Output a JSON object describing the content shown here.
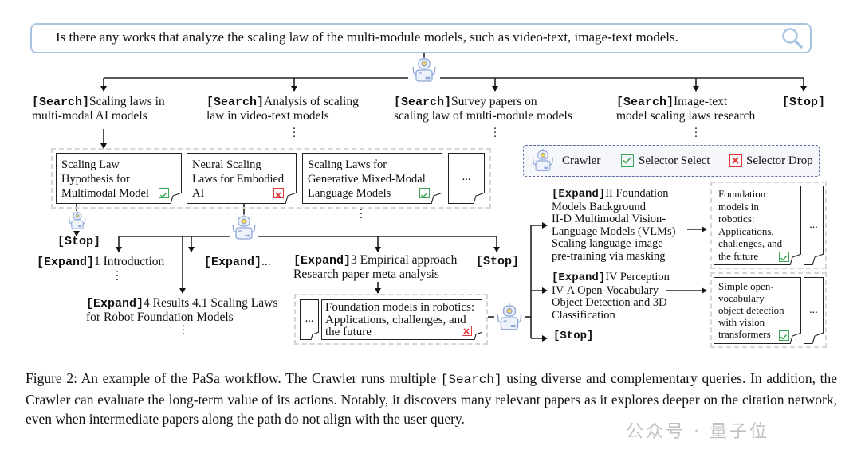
{
  "query": {
    "text": "Is there any works that analyze the scaling law of the multi-module models, such as video-text, image-text models.",
    "icon": "search-icon"
  },
  "level1": [
    {
      "action": "[Search]",
      "text1": "Scaling laws in",
      "text2": "multi-modal AI models"
    },
    {
      "action": "[Search]",
      "text1": "Analysis of scaling",
      "text2": "law in video-text models"
    },
    {
      "action": "[Search]",
      "text1": "Survey papers on",
      "text2": "scaling law of multi-module models"
    },
    {
      "action": "[Search]",
      "text1": "Image-text",
      "text2": "model scaling laws research"
    },
    {
      "action": "[Stop]"
    }
  ],
  "papers_row1": [
    {
      "title": [
        "Scaling Law",
        "Hypothesis for",
        "Multimodal Model"
      ],
      "status": "select"
    },
    {
      "title": [
        "Neural Scaling",
        "Laws for Embodied",
        "AI"
      ],
      "status": "drop"
    },
    {
      "title": [
        "Scaling Laws for",
        "Generative Mixed-Modal",
        "Language Models"
      ],
      "status": "select"
    },
    {
      "title": [
        "..."
      ]
    }
  ],
  "legend": {
    "crawler": "Crawler",
    "select": "Selector Select",
    "drop": "Selector Drop"
  },
  "level2": {
    "stop_left": "[Stop]",
    "expand_intro": {
      "action": "[Expand]",
      "text": "1 Introduction"
    },
    "expand_ellipsis": {
      "action": "[Expand]",
      "text": "..."
    },
    "expand_empirical": {
      "action": "[Expand]",
      "text1": "3 Empirical approach",
      "text2": "Research paper meta analysis"
    },
    "stop_right": "[Stop]",
    "expand_results": {
      "action": "[Expand]",
      "text1": "4 Results 4.1 Scaling Laws",
      "text2": "for Robot Foundation Models"
    }
  },
  "paper_mid": {
    "ellipsis": "...",
    "title": [
      "Foundation models in robotics:",
      "Applications, challenges, and",
      "the future"
    ],
    "status": "drop"
  },
  "level3": {
    "expand_ii": {
      "action": "[Expand]",
      "lines": [
        "II Foundation",
        "Models Background",
        "II-D Multimodal Vision-",
        "Language Models (VLMs)",
        "Scaling language-image",
        "pre-training via masking"
      ]
    },
    "expand_iv": {
      "action": "[Expand]",
      "lines": [
        "IV Perception",
        "IV-A Open-Vocabulary",
        "Object Detection and 3D",
        "Classification"
      ]
    },
    "stop": "[Stop]"
  },
  "papers_right": [
    {
      "title": [
        "Foundation",
        "models in",
        "robotics:",
        "Applications,",
        "challenges, and",
        "the future"
      ],
      "status": "select"
    },
    {
      "title": [
        "Simple open-",
        "vocabulary",
        "object detection",
        "with vision",
        "transformers"
      ],
      "status": "select"
    }
  ],
  "ellipsis": "...",
  "caption": {
    "part1": "Figure 2: An example of the PaSa workflow. The Crawler runs multiple ",
    "code": "[Search]",
    "part2": " using diverse and complementary queries. In addition, the Crawler can evaluate the long-term value of its actions. Notably, it discovers many relevant papers as it explores deeper on the citation network, even when intermediate papers along the path do not align with the user query."
  },
  "watermark": "公众号 · 量子位",
  "colors": {
    "select": "#3aa655",
    "drop": "#e23a3a",
    "query_border": "#a9c4e3",
    "robot": "#8fa8d8",
    "legend_border": "#5a6aa0"
  }
}
